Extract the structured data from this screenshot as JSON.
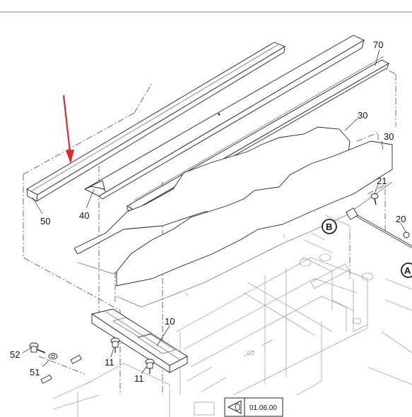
{
  "diagram": {
    "callouts": [
      {
        "id": "c50",
        "text": "50"
      },
      {
        "id": "c40",
        "text": "40"
      },
      {
        "id": "c70",
        "text": "70"
      },
      {
        "id": "c30a",
        "text": "30"
      },
      {
        "id": "c30b",
        "text": "30"
      },
      {
        "id": "c21",
        "text": "21"
      },
      {
        "id": "c20",
        "text": "20"
      },
      {
        "id": "c10",
        "text": "10"
      },
      {
        "id": "c11a",
        "text": "11"
      },
      {
        "id": "c11b",
        "text": "11"
      },
      {
        "id": "c52",
        "text": "52"
      },
      {
        "id": "c51",
        "text": "51"
      }
    ],
    "circle_labels": [
      {
        "id": "B",
        "text": "B"
      },
      {
        "id": "A",
        "text": "A"
      }
    ],
    "page_ref": "01.06.00",
    "colors": {
      "arrow": "#e0262b",
      "line": "#222222"
    }
  }
}
